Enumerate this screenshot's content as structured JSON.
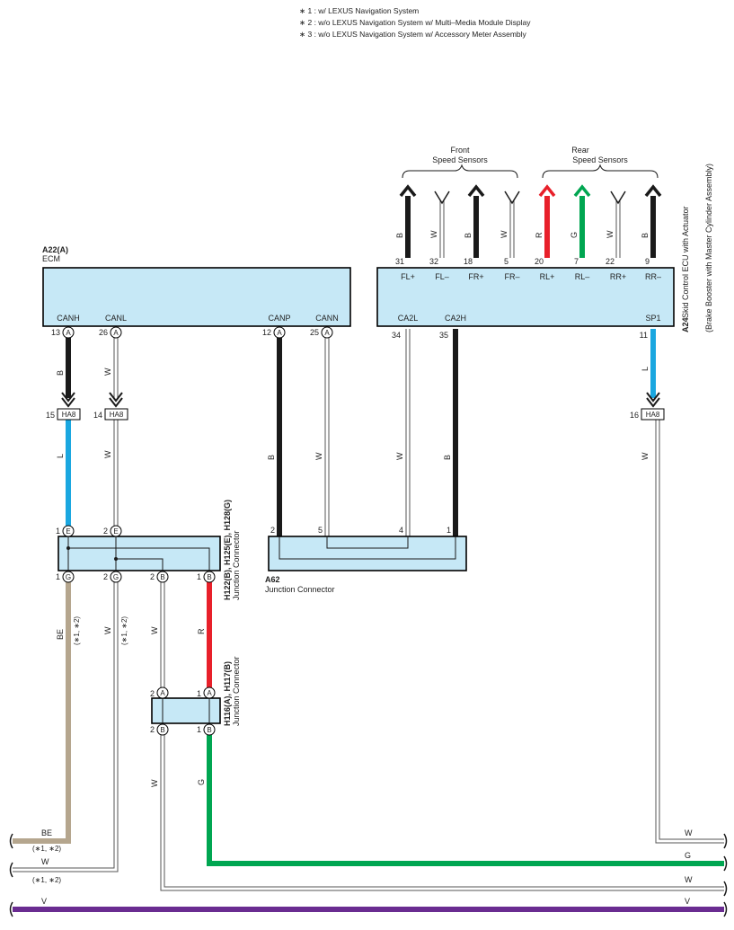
{
  "notes": [
    "∗ 1 : w/ LEXUS Navigation System",
    "∗ 2 : w/o LEXUS Navigation System w/ Multi–Media Module Display",
    "∗ 3 : w/o LEXUS Navigation System w/ Accessory Meter Assembly"
  ],
  "colors": {
    "B": "#1a1a1a",
    "W": "#ffffff",
    "L": "#1aa7e0",
    "R": "#e8202a",
    "G": "#00a651",
    "BE": "#b5a68e",
    "V": "#6a2c91",
    "box_fill": "#c6e8f6"
  },
  "ecm": {
    "id": "A22(A)",
    "name": "ECM",
    "pins": [
      {
        "label": "CANH",
        "num": "13",
        "conn": "A"
      },
      {
        "label": "CANL",
        "num": "26",
        "conn": "A"
      },
      {
        "label": "CANP",
        "num": "12",
        "conn": "A"
      },
      {
        "label": "CANN",
        "num": "25",
        "conn": "A"
      }
    ]
  },
  "skid": {
    "id": "A24",
    "name": "Skid Control ECU with Actuator",
    "sub": "(Brake Booster with Master Cylinder Assembly)",
    "top_pins": [
      {
        "label": "FL+",
        "num": "31",
        "wire": "B"
      },
      {
        "label": "FL–",
        "num": "32",
        "wire": "W"
      },
      {
        "label": "FR+",
        "num": "18",
        "wire": "B"
      },
      {
        "label": "FR–",
        "num": "5",
        "wire": "W"
      },
      {
        "label": "RL+",
        "num": "20",
        "wire": "R"
      },
      {
        "label": "RL–",
        "num": "7",
        "wire": "G"
      },
      {
        "label": "RR+",
        "num": "22",
        "wire": "W"
      },
      {
        "label": "RR–",
        "num": "9",
        "wire": "B"
      }
    ],
    "bottom_pins": [
      {
        "label": "CA2L",
        "num": "34"
      },
      {
        "label": "CA2H",
        "num": "35"
      },
      {
        "label": "SP1",
        "num": "11"
      }
    ]
  },
  "sensors": {
    "front": [
      "Front",
      "Speed Sensors"
    ],
    "rear": [
      "Rear",
      "Speed Sensors"
    ]
  },
  "ha8": {
    "label": "HA8",
    "pins": [
      "15",
      "14",
      "16"
    ]
  },
  "j1": {
    "id": "H122(B), H125(E), H128(G)",
    "name": "Junction Connector",
    "top": [
      {
        "num": "1",
        "conn": "E"
      },
      {
        "num": "2",
        "conn": "E"
      }
    ],
    "bottom": [
      {
        "num": "1",
        "conn": "G"
      },
      {
        "num": "2",
        "conn": "G"
      },
      {
        "num": "2",
        "conn": "B"
      },
      {
        "num": "1",
        "conn": "B"
      }
    ]
  },
  "a62": {
    "id": "A62",
    "name": "Junction Connector",
    "pins": [
      "2",
      "5",
      "4",
      "1"
    ]
  },
  "j2": {
    "id": "H116(A), H117(B)",
    "name": "Junction Connector",
    "top": [
      {
        "num": "2",
        "conn": "A"
      },
      {
        "num": "1",
        "conn": "A"
      }
    ],
    "bottom": [
      {
        "num": "2",
        "conn": "B"
      },
      {
        "num": "1",
        "conn": "B"
      }
    ]
  },
  "wire_labels": {
    "B": "B",
    "W": "W",
    "L": "L",
    "R": "R",
    "G": "G",
    "BE": "BE",
    "V": "V"
  },
  "condition": "(∗1, ∗2)"
}
